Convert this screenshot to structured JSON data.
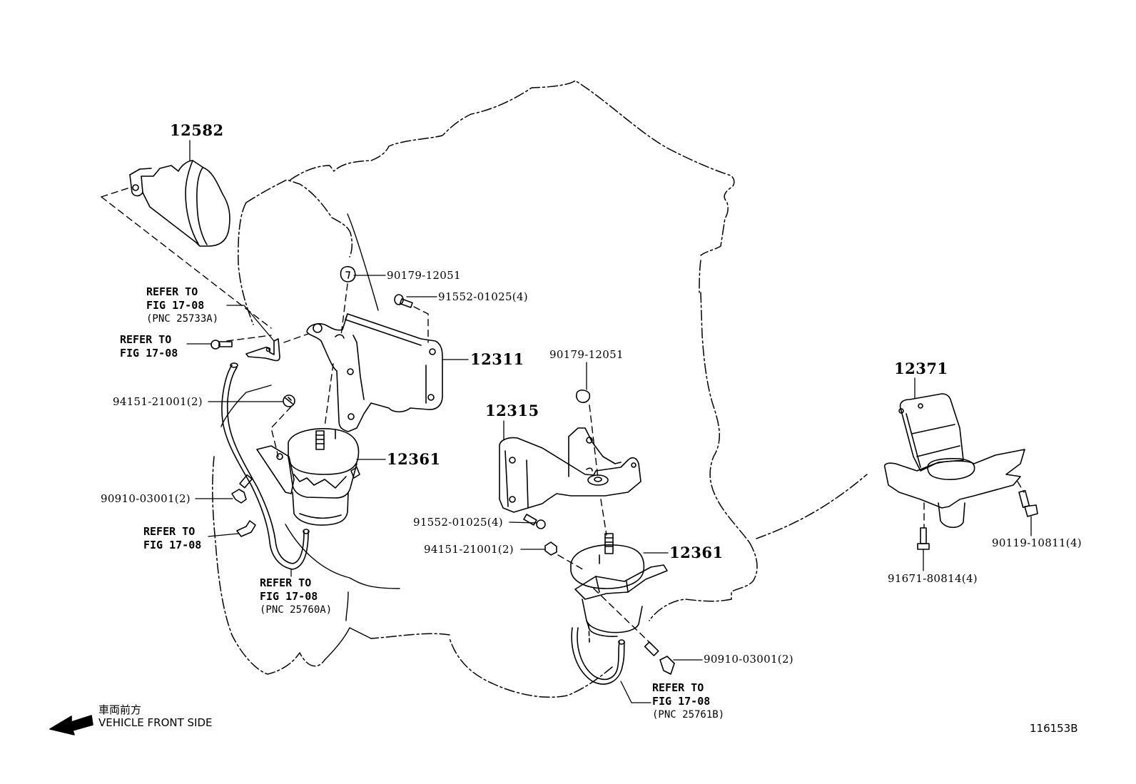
{
  "diagram": {
    "figure_number": "116153B",
    "orientation": {
      "japanese": "車両前方",
      "english": "VEHICLE FRONT SIDE",
      "icon": "arrow-left-icon"
    },
    "parts": {
      "p12582": "12582",
      "p12311": "12311",
      "p12361_left": "12361",
      "p12315": "12315",
      "p12361_right": "12361",
      "p12371": "12371"
    },
    "fasteners": {
      "nut_top_left": "90179-12051",
      "bolt_top_left": "91552-01025(4)",
      "nut_94151_left": "94151-21001(2)",
      "bolt_90910_left": "90910-03001(2)",
      "nut_top_right": "90179-12051",
      "bolt_91552_center": "91552-01025(4)",
      "nut_94151_center": "94151-21001(2)",
      "bolt_90910_right": "90910-03001(2)",
      "bolt_91671": "91671-80814(4)",
      "bolt_90119": "90119-10811(4)"
    },
    "references": {
      "ref_a": {
        "line1": "REFER TO",
        "line2": "FIG 17-08",
        "line3": "(PNC 25733A)"
      },
      "ref_b": {
        "line1": "REFER TO",
        "line2": "FIG 17-08"
      },
      "ref_c": {
        "line1": "REFER TO",
        "line2": "FIG 17-08"
      },
      "ref_d": {
        "line1": "REFER TO",
        "line2": "FIG 17-08",
        "line3": "(PNC 25760A)"
      },
      "ref_e": {
        "line1": "REFER TO",
        "line2": "FIG 17-08",
        "line3": "(PNC 25761B)"
      }
    },
    "colors": {
      "ink": "#000000",
      "paper": "#ffffff"
    }
  }
}
